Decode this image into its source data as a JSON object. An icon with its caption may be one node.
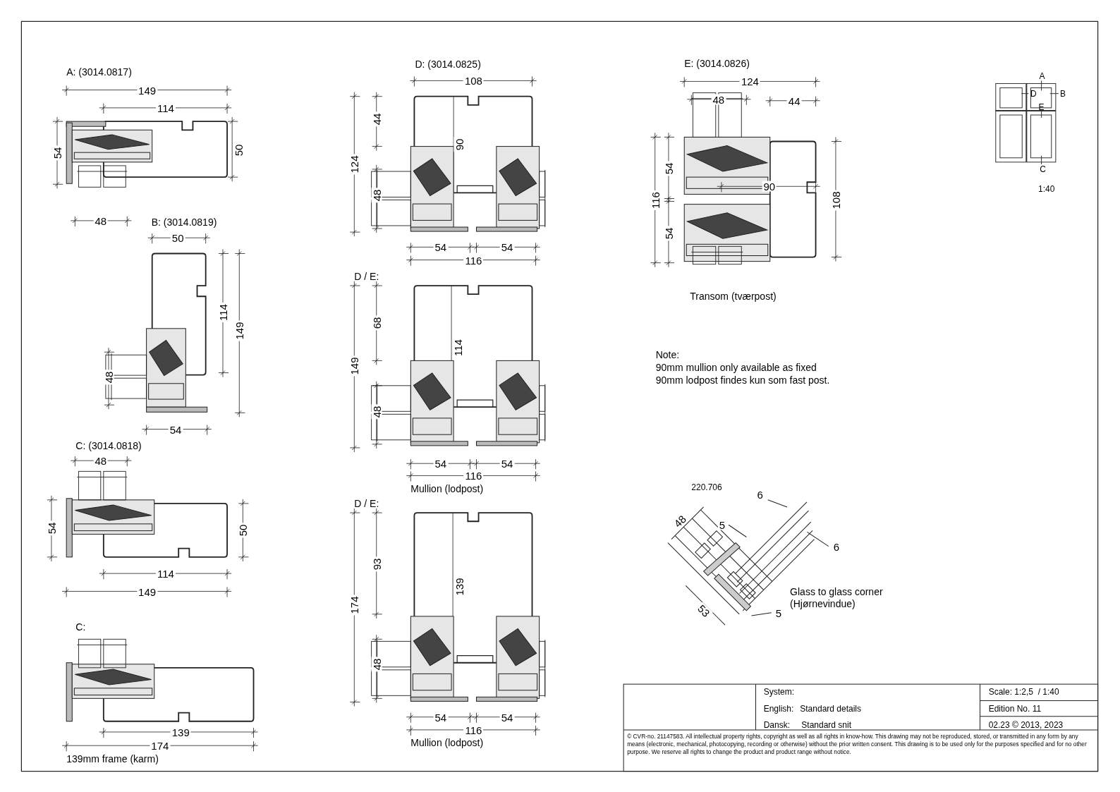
{
  "diagram": {
    "labels": [
      "A: (3014.0817)",
      "149",
      "114",
      "54",
      "50",
      "48",
      "B: (3014.0819)",
      "50",
      "114",
      "149",
      "48",
      "54",
      "C: (3014.0818)",
      "48",
      "54",
      "50",
      "114",
      "149",
      "C:",
      "139",
      "174",
      "139mm frame (karm)",
      "D: (3014.0825)",
      "108",
      "44",
      "124",
      "90",
      "48",
      "54",
      "54",
      "116",
      "D / E:",
      "68",
      "114",
      "149",
      "48",
      "54",
      "54",
      "116",
      "Mullion (lodpost)",
      "D / E:",
      "93",
      "139",
      "174",
      "48",
      "54",
      "54",
      "116",
      "Mullion (lodpost)",
      "E: (3014.0826)",
      "124",
      "48",
      "44",
      "54",
      "116",
      "90",
      "108",
      "54",
      "Transom (tværpost)",
      "Note:",
      "90mm mullion only available as fixed",
      "90mm lodpost findes kun som fast post.",
      "A",
      "D",
      "B",
      "E",
      "C",
      "1:40",
      "220.706",
      "6",
      "48",
      "5",
      "6",
      "53",
      "5",
      "Glass to glass corner",
      "(Hjørnevindue)",
      "System:",
      "English:",
      "Standard details",
      "Dansk:",
      "Standard snit",
      "Scale: 1:2,5  / 1:40",
      "Edition No. 11",
      "02.23 © 2013, 2023",
      "© CVR-no. 21147583. All intellectual property rights, copyright as well as all rights in know-how. This drawing may not be reproduced, stored, or transmitted in any form by any means (electronic, mechanical, photocopying, recording or otherwise) without the prior written consent. This drawing is to be used only for the purposes specified and for no other purpose. We reserve all rights to change the product and product range without notice."
    ]
  }
}
